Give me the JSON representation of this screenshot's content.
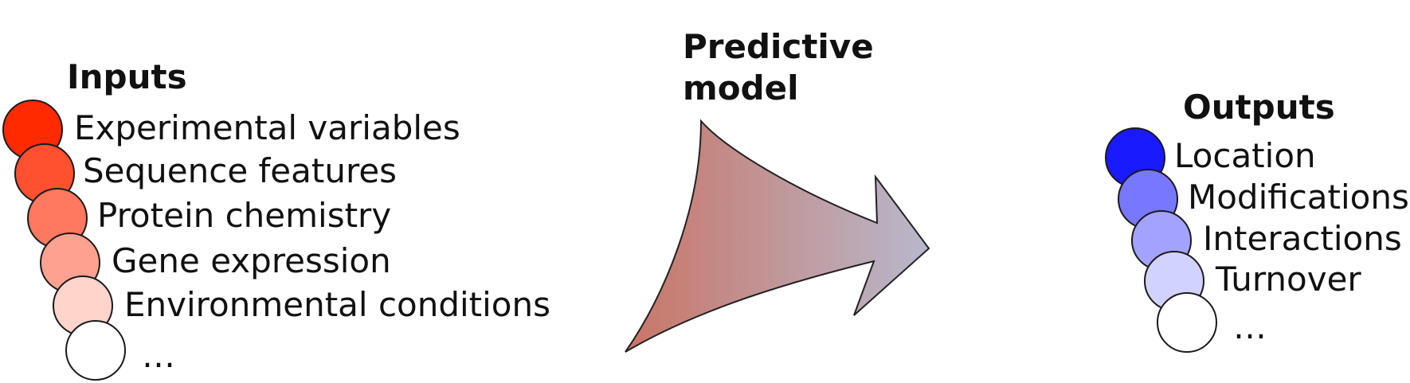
{
  "inputs": {
    "heading": "Inputs",
    "items": [
      {
        "label": "Experimental variables",
        "color": "#ff2a00"
      },
      {
        "label": "Sequence features",
        "color": "#ff5030"
      },
      {
        "label": "Protein chemistry",
        "color": "#ff7860"
      },
      {
        "label": "Gene expression",
        "color": "#ffa190"
      },
      {
        "label": "Environmental conditions",
        "color": "#ffd4cb"
      },
      {
        "label": "…",
        "color": "#ffffff"
      }
    ]
  },
  "model": {
    "heading_line1": "Predictive",
    "heading_line2": "model",
    "arrow_color_start": "#c97566",
    "arrow_color_end": "#b8b8cc"
  },
  "outputs": {
    "heading": "Outputs",
    "items": [
      {
        "label": "Location",
        "color": "#1a1aff"
      },
      {
        "label": "Modifications",
        "color": "#7878ff"
      },
      {
        "label": "Interactions",
        "color": "#a3a3ff"
      },
      {
        "label": "Turnover",
        "color": "#d2d2ff"
      },
      {
        "label": "…",
        "color": "#ffffff"
      }
    ]
  }
}
